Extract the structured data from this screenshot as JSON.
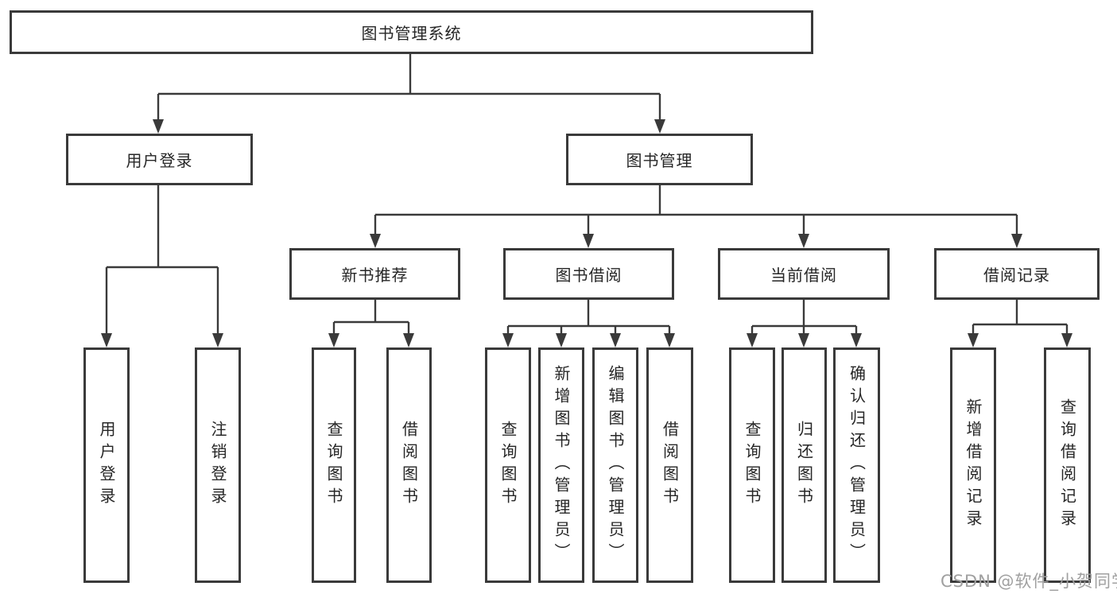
{
  "tree": {
    "root": {
      "label": "图书管理系统"
    },
    "branches": [
      {
        "label": "用户登录",
        "children": [
          {
            "label": "用户登录"
          },
          {
            "label": "注销登录"
          }
        ]
      },
      {
        "label": "图书管理",
        "children": [
          {
            "label": "新书推荐",
            "children": [
              {
                "label": "查询图书"
              },
              {
                "label": "借阅图书"
              }
            ]
          },
          {
            "label": "图书借阅",
            "children": [
              {
                "label": "查询图书"
              },
              {
                "label": "新增图书（管理员）"
              },
              {
                "label": "编辑图书（管理员）"
              },
              {
                "label": "借阅图书"
              }
            ]
          },
          {
            "label": "当前借阅",
            "children": [
              {
                "label": "查询图书"
              },
              {
                "label": "归还图书"
              },
              {
                "label": "确认归还（管理员）"
              }
            ]
          },
          {
            "label": "借阅记录",
            "children": [
              {
                "label": "新增借阅记录"
              },
              {
                "label": "查询借阅记录"
              }
            ]
          }
        ]
      }
    ]
  },
  "watermark": {
    "text": "CSDN @软件_小贺同学"
  },
  "colors": {
    "line": "#3a3a3a",
    "text": "#262626",
    "background": "#ffffff",
    "watermark": "#a0a0a0"
  }
}
